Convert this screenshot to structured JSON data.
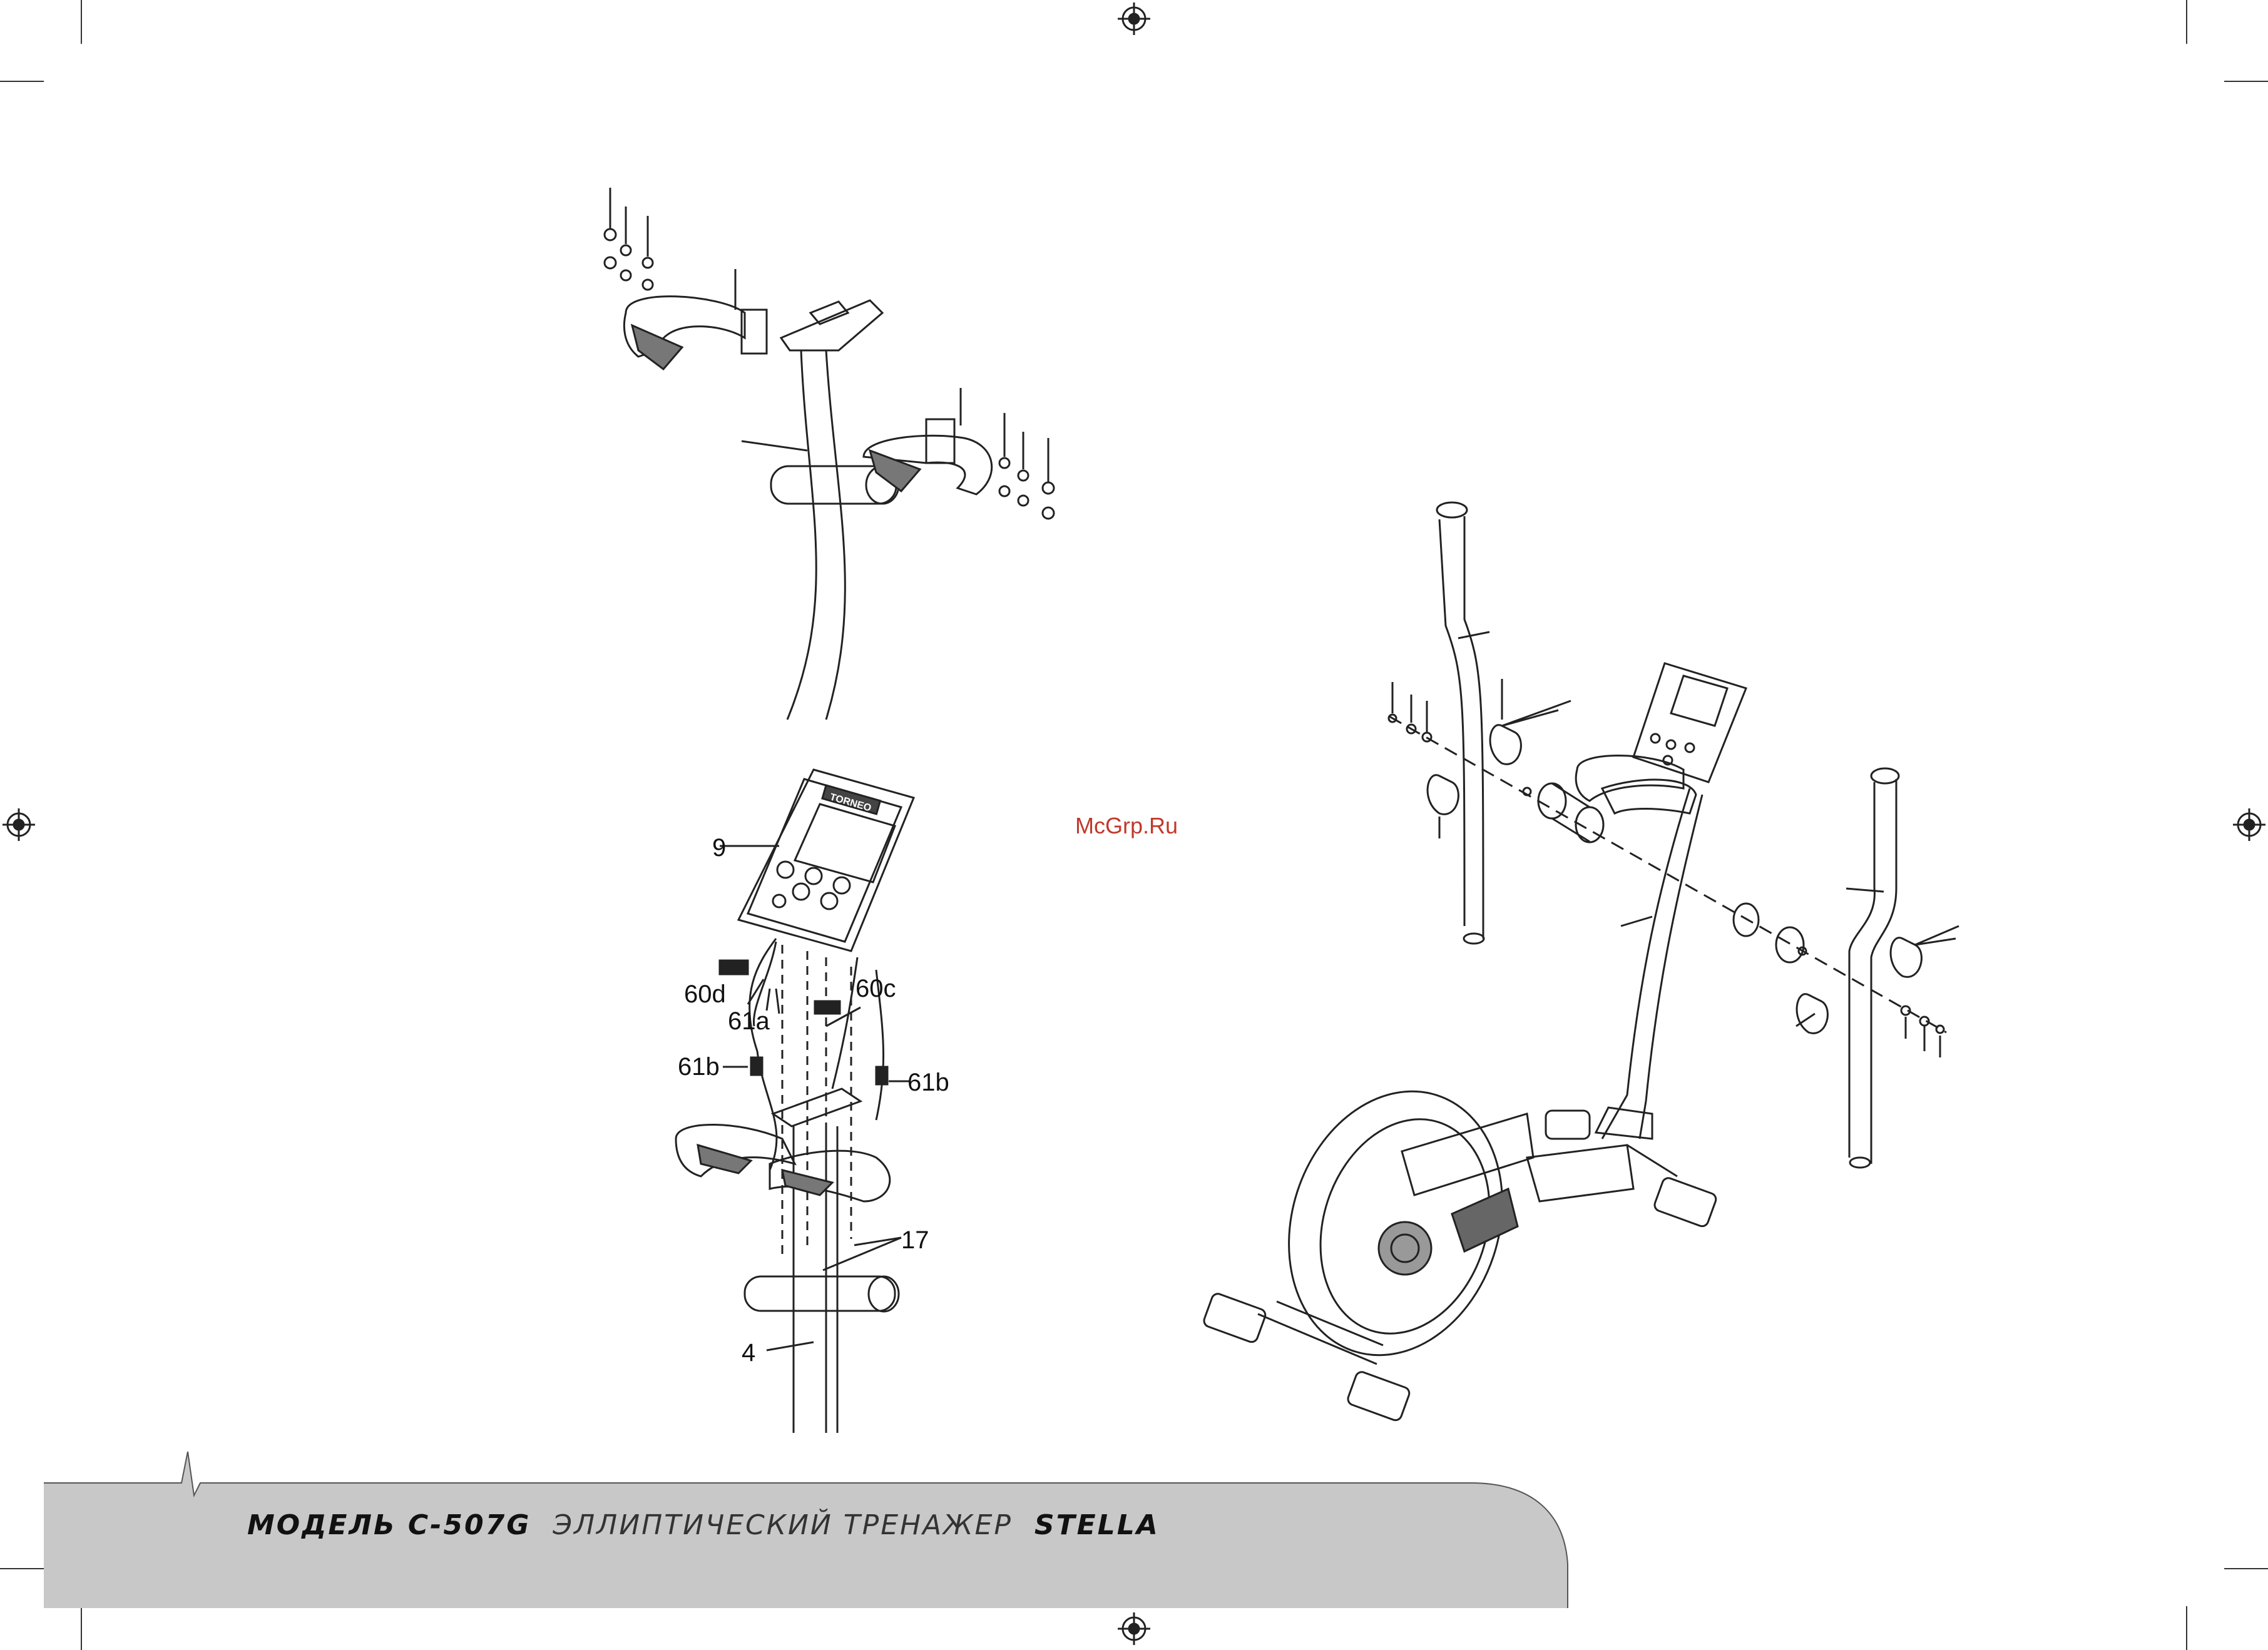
{
  "watermark": "McGrp.Ru",
  "footer": {
    "model_label": "МОДЕЛЬ С-507G",
    "product_type": "ЭЛЛИПТИЧЕСКИЙ ТРЕНАЖЕР",
    "product_name": "STELLA"
  },
  "console": {
    "brand": "TORNEO"
  },
  "part_labels": {
    "console": "9",
    "connector_60d": "60d",
    "connector_61a": "61a",
    "connector_60c": "60c",
    "connector_61b_left": "61b",
    "connector_61b_right": "61b",
    "screw_17": "17",
    "main_post": "4"
  }
}
